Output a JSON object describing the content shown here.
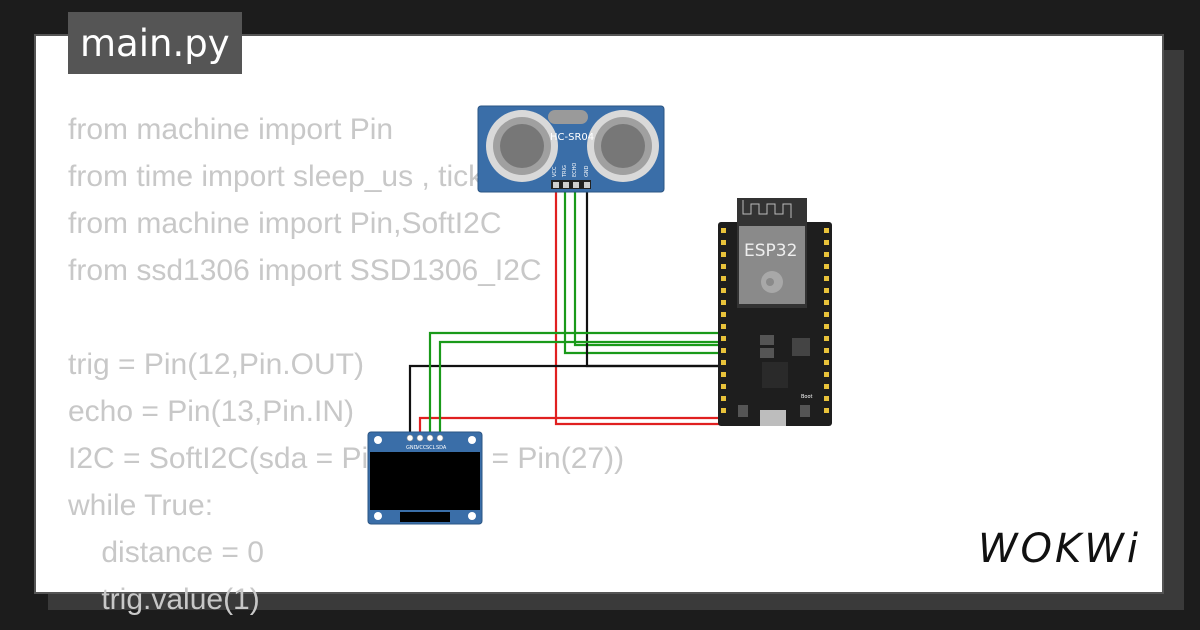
{
  "editor": {
    "tab_label": "main.py",
    "code_lines": [
      "from machine import Pin",
      "from time import sleep_us , ticks_us",
      "from machine import Pin,SoftI2C",
      "from ssd1306 import SSD1306_I2C",
      "",
      "trig = Pin(12,Pin.OUT)",
      "echo = Pin(13,Pin.IN)",
      "I2C = SoftI2C(sda = Pin(26),scl = Pin(27))",
      "while True:",
      "    distance = 0",
      "    trig.value(1)"
    ]
  },
  "sensor": {
    "model": "HC-SR04",
    "pins": [
      "VCC",
      "TRIG",
      "ECHO",
      "GND"
    ]
  },
  "board": {
    "name": "ESP32",
    "boot_label": "Boot"
  },
  "display": {
    "pins": [
      "GND",
      "VCC",
      "SCL",
      "SDA"
    ]
  },
  "brand": {
    "name": "WOKWi"
  },
  "colors": {
    "background": "#1c1c1c",
    "card": "#ffffff",
    "code_text": "#c8c8c8",
    "tab_bg": "#555555",
    "sensor_board": "#3a6ea8",
    "wire_green": "#1a9a1a",
    "wire_red": "#e02020",
    "wire_black": "#111111"
  }
}
